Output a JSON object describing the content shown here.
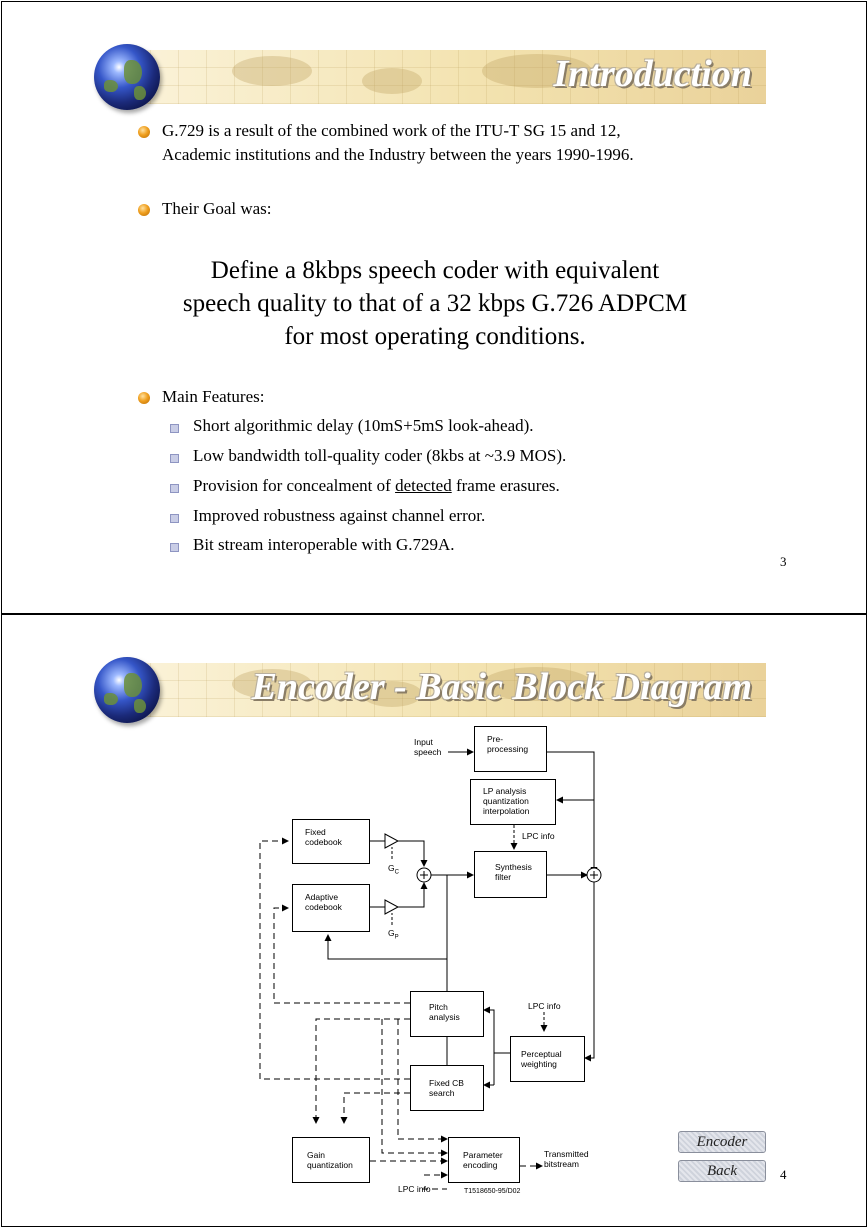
{
  "slide1": {
    "title": "Introduction",
    "bullets": [
      {
        "line1": "G.729 is a result of the combined work of the ITU-T SG 15 and 12,",
        "line2": "Academic institutions and the Industry between the years 1990-1996."
      },
      {
        "line1": "Their Goal was:"
      }
    ],
    "goal": {
      "line1": "Define a 8kbps speech coder with equivalent",
      "line2": "speech quality to that of a 32 kbps G.726 ADPCM",
      "line3": "for most operating conditions."
    },
    "features_heading": "Main Features:",
    "features": [
      "Short algorithmic delay (10mS+5mS look-ahead).",
      "Low bandwidth toll-quality coder (8kbs at ~3.9 MOS).",
      "Improved robustness against channel error.",
      "Bit stream interoperable with G.729A."
    ],
    "feature_concealment": {
      "before": "Provision for concealment of ",
      "underlined": "detected",
      "after": " frame erasures."
    },
    "page_number": "3"
  },
  "slide2": {
    "title": "Encoder - Basic Block Diagram",
    "diagram": {
      "input_speech": [
        "Input",
        "speech"
      ],
      "pre_processing": [
        "Pre-",
        "processing"
      ],
      "lp_analysis": [
        "LP analysis",
        "quantization",
        "interpolation"
      ],
      "lpc_info": "LPC info",
      "fixed_codebook": [
        "Fixed",
        "codebook"
      ],
      "adaptive_codebook": [
        "Adaptive",
        "codebook"
      ],
      "gc": "G",
      "gc_sub": "C",
      "gp": "G",
      "gp_sub": "P",
      "synthesis_filter": [
        "Synthesis",
        "filter"
      ],
      "pitch_analysis": [
        "Pitch",
        "analysis"
      ],
      "lpc_info_2": "LPC info",
      "perceptual_weighting": [
        "Perceptual",
        "weighting"
      ],
      "fixed_cb_search": [
        "Fixed CB",
        "search"
      ],
      "gain_quantization": [
        "Gain",
        "quantization"
      ],
      "parameter_encoding": [
        "Parameter",
        "encoding"
      ],
      "transmitted_bitstream": [
        "Transmitted",
        "bitstream"
      ],
      "lpc_info_3": "LPC info",
      "figure_code": "T1518650-95/D02"
    },
    "nav": {
      "encoder": "Encoder",
      "back": "Back"
    },
    "page_number": "4"
  }
}
